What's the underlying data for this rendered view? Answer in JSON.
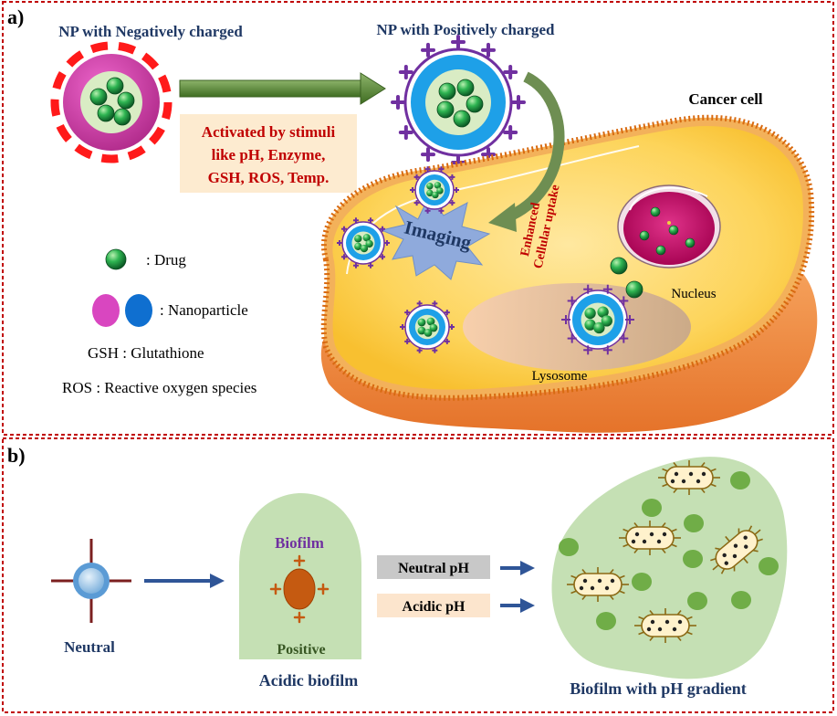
{
  "panel_a": {
    "label": "a)",
    "np_negative_title": "NP with Negatively charged",
    "np_positive_title": "NP with Positively charged",
    "stimuli_line1": "Activated by stimuli",
    "stimuli_line2": "like pH, Enzyme,",
    "stimuli_line3": "GSH, ROS, Temp.",
    "cancer_cell_label": "Cancer cell",
    "uptake_line1": "Enhanced",
    "uptake_line2": "Cellular uptake",
    "imaging_label": "Imaging",
    "nucleus_label": "Nucleus",
    "lysosome_label": "Lysosome",
    "legend_drug": ": Drug",
    "legend_nanoparticle": ": Nanoparticle",
    "legend_gsh": "GSH : Glutathione",
    "legend_ros": "ROS : Reactive oxygen species"
  },
  "panel_b": {
    "label": "b)",
    "neutral_label": "Neutral",
    "biofilm_label": "Biofilm",
    "positive_label": "Positive",
    "acidic_biofilm_label": "Acidic biofilm",
    "neutral_ph_label": "Neutral pH",
    "acidic_ph_label": "Acidic pH",
    "gradient_label": "Biofilm with pH gradient"
  },
  "colors": {
    "border_red": "#c00000",
    "title_navy": "#1f3864",
    "stimuli_red": "#c00000",
    "stimuli_bg": "#fdebd0",
    "arrow_green": "#548235",
    "cell_yellow": "#fdd65c",
    "cell_membrane": "#e36c09",
    "nucleus_magenta": "#cc0066",
    "np_magenta": "#cc3399",
    "np_blue": "#1e90ff",
    "plus_purple": "#7030a0",
    "drug_green": "#1a9641",
    "biofilm_green": "#c5e0b4",
    "arrow_blue": "#2f5597",
    "neutral_ph_bg": "#c8c8c8",
    "acidic_ph_bg": "#fce5cd",
    "bacteria_body": "#fff2cc",
    "bacteria_edge": "#8b6914"
  }
}
